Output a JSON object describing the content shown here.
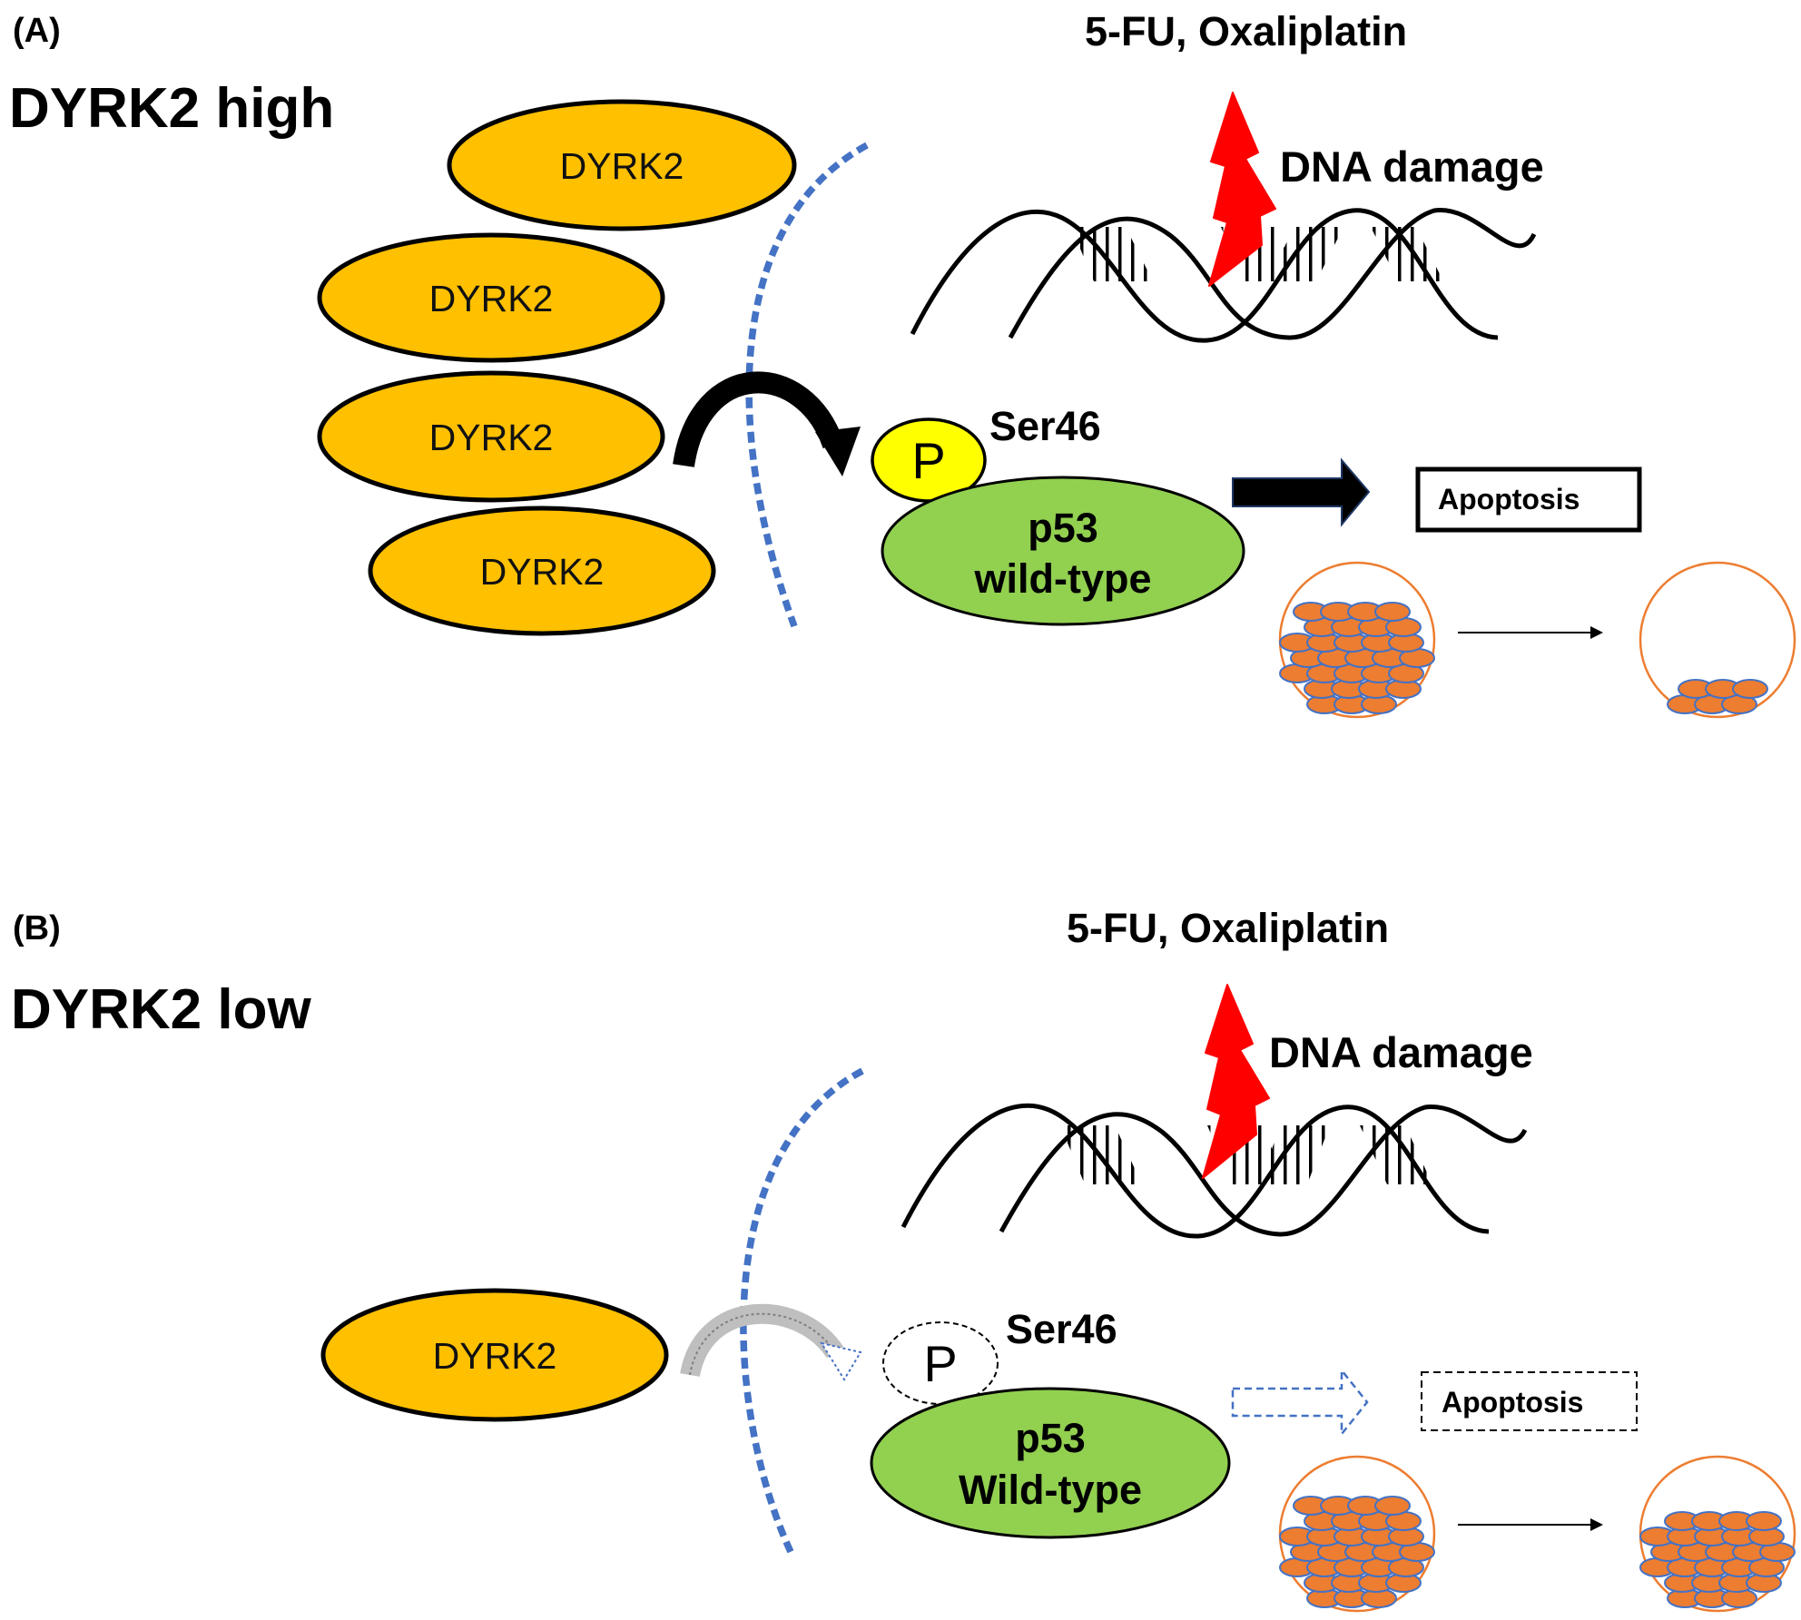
{
  "panel_a": {
    "panel_label": "(A)",
    "title": "DYRK2 high",
    "drug_label": "5-FU, Oxaliplatin",
    "damage_label": "DNA damage",
    "kinase_labels": [
      "DYRK2",
      "DYRK2",
      "DYRK2",
      "DYRK2"
    ],
    "phospho_label": "P",
    "site_label": "Ser46",
    "p53_line1": "p53",
    "p53_line2": "wild-type",
    "outcome_label": "Apoptosis"
  },
  "panel_b": {
    "panel_label": "(B)",
    "title": "DYRK2 low",
    "drug_label": "5-FU, Oxaliplatin",
    "damage_label": "DNA damage",
    "kinase_labels": [
      "DYRK2"
    ],
    "phospho_label": "P",
    "site_label": "Ser46",
    "p53_line1": "p53",
    "p53_line2": "Wild-type",
    "outcome_label": "Apoptosis"
  },
  "colors": {
    "kinase_fill": "#FFC000",
    "phospho_fill": "#FFFF00",
    "p53_fill": "#92D050",
    "membrane": "#4472C4",
    "lightning": "#FF0000",
    "cell_fill": "#ED7D31",
    "cell_stroke": "#4472C4",
    "dish_stroke": "#ED7D31"
  }
}
